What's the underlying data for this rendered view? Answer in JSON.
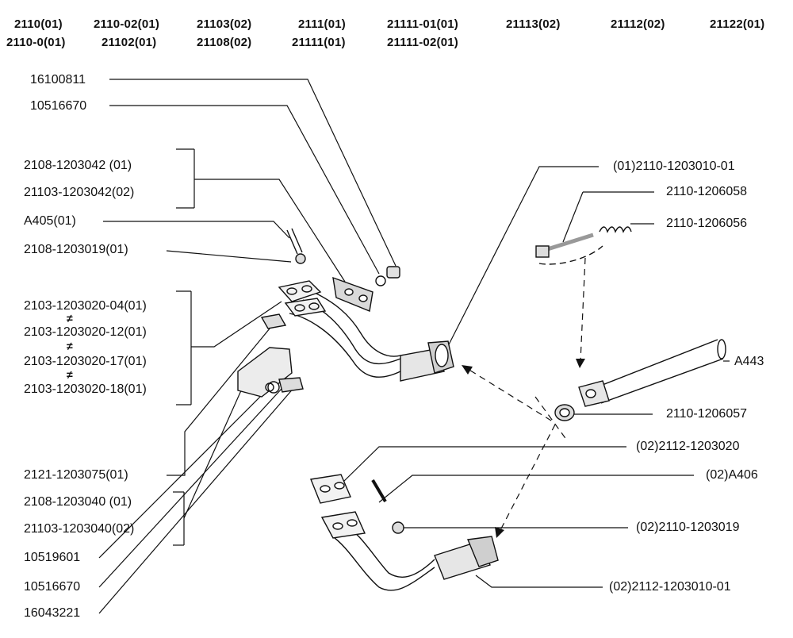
{
  "header": {
    "models_row1": [
      "2110(01)",
      "2110-02(01)",
      "21103(02)",
      "2111(01)",
      "21111-01(01)",
      "21113(02)",
      "21112(02)",
      "21122(01)"
    ],
    "models_row2": [
      "2110-0(01)",
      "21102(01)",
      "21108(02)",
      "21111(01)",
      "21111-02(01)"
    ]
  },
  "left_labels": [
    "16100811",
    "10516670",
    "2108-1203042 (01)",
    "21103-1203042(02)",
    "A405(01)",
    "2108-1203019(01)",
    "2103-1203020-04(01)",
    "2103-1203020-12(01)",
    "2103-1203020-17(01)",
    "2103-1203020-18(01)",
    "2121-1203075(01)",
    "2108-1203040 (01)",
    "21103-1203040(02)",
    "10519601",
    "10516670",
    "16043221"
  ],
  "right_labels": [
    "(01)2110-1203010-01",
    "2110-1206058",
    "2110-1206056",
    "A443",
    "2110-1206057",
    "(02)2112-1203020",
    "(02)A406",
    "(02)2110-1203019",
    "(02)2112-1203010-01"
  ],
  "not_equal_symbol": "≠"
}
